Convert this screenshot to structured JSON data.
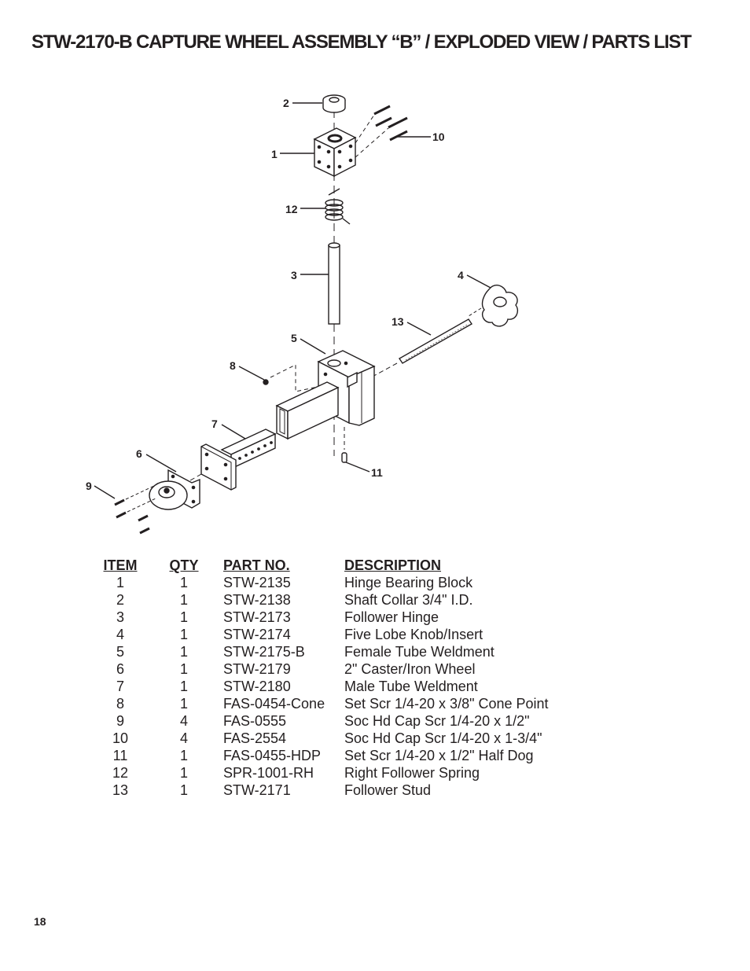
{
  "title": "STW-2170-B CAPTURE WHEEL ASSEMBLY “B” / EXPLODED VIEW / PARTS LIST",
  "callouts": [
    "1",
    "2",
    "3",
    "4",
    "5",
    "6",
    "7",
    "8",
    "9",
    "10",
    "11",
    "12",
    "13"
  ],
  "table": {
    "headers": [
      "ITEM",
      "QTY",
      "PART NO.",
      "DESCRIPTION"
    ],
    "rows": [
      [
        "1",
        "1",
        "STW-2135",
        "Hinge Bearing Block"
      ],
      [
        "2",
        "1",
        "STW-2138",
        "Shaft Collar 3/4\" I.D."
      ],
      [
        "3",
        "1",
        "STW-2173",
        "Follower Hinge"
      ],
      [
        "4",
        "1",
        "STW-2174",
        "Five Lobe Knob/Insert"
      ],
      [
        "5",
        "1",
        "STW-2175-B",
        "Female Tube Weldment"
      ],
      [
        "6",
        "1",
        "STW-2179",
        "2\" Caster/Iron Wheel"
      ],
      [
        "7",
        "1",
        "STW-2180",
        "Male Tube Weldment"
      ],
      [
        "8",
        "1",
        "FAS-0454-Cone",
        "Set Scr 1/4-20 x 3/8\" Cone Point"
      ],
      [
        "9",
        "4",
        "FAS-0555",
        "Soc Hd Cap Scr 1/4-20 x 1/2\""
      ],
      [
        "10",
        "4",
        "FAS-2554",
        "Soc Hd Cap Scr 1/4-20 x 1-3/4\""
      ],
      [
        "11",
        "1",
        "FAS-0455-HDP",
        "Set Scr 1/4-20 x 1/2\" Half Dog"
      ],
      [
        "12",
        "1",
        "SPR-1001-RH",
        "Right Follower Spring"
      ],
      [
        "13",
        "1",
        "STW-2171",
        "Follower Stud"
      ]
    ]
  },
  "page_number": "18"
}
